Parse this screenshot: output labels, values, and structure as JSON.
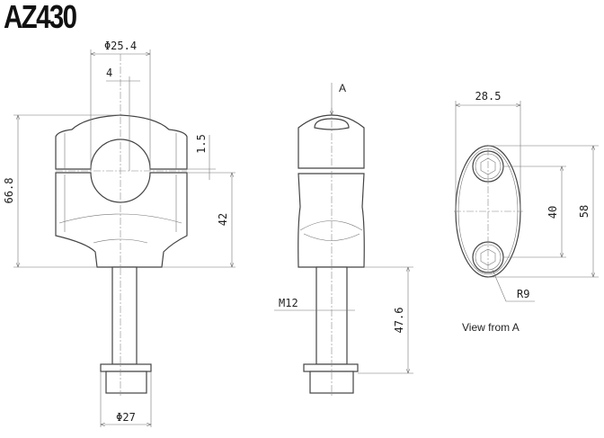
{
  "title": "AZ430",
  "front_view": {
    "dia_bar": "Φ25.4",
    "offset": "4",
    "gap": "1.5",
    "height_total": "66.8",
    "height_lower": "42",
    "dia_base": "Φ27"
  },
  "side_view": {
    "arrow_label": "A",
    "thread": "M12",
    "bolt_length": "47.6"
  },
  "top_view": {
    "width": "28.5",
    "hole_spacing": "40",
    "length": "58",
    "radius": "R9",
    "caption": "View from A"
  }
}
